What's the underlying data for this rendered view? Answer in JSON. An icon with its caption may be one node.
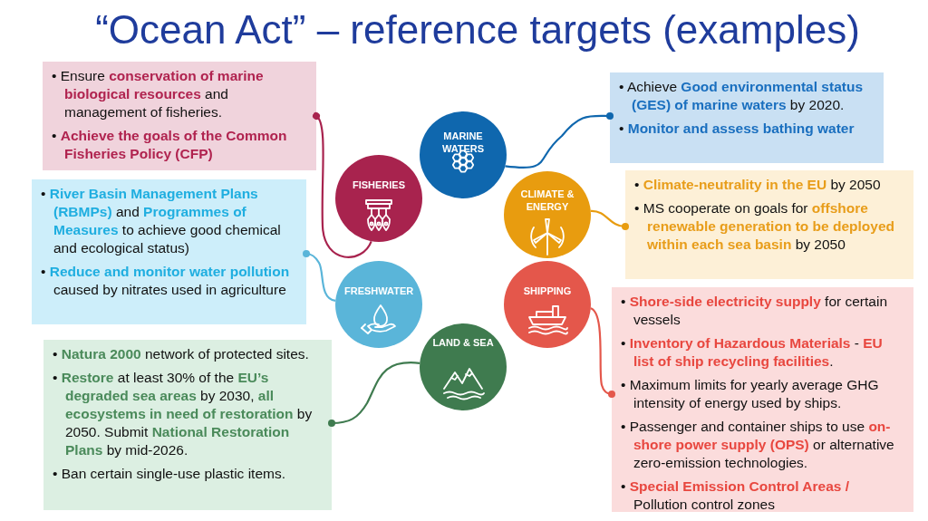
{
  "diagram": {
    "title": "“Ocean Act” – reference targets (examples)",
    "nodes": [
      {
        "text": [
          "• Ensure **conservation of marine biological resources** and management of fisheries.",
          "• **Achieve the goals of the Common Fisheries Policy (CFP)**"
        ]
      },
      {
        "text": [
          "• Achieve **Good environmental status (GES) of marine waters** by 2020.",
          "• **Monitor and assess bathing water**"
        ]
      },
      {
        "text": [
          "MARINE WATERS"
        ]
      },
      {
        "text": [
          "FISHERIES"
        ]
      },
      {
        "text": [
          "CLIMATE & ENERGY"
        ]
      },
      {
        "text": [
          "• **Climate-neutrality in the EU** by 2050",
          "• MS cooperate on goals for **offshore renewable generation to be deployed within each sea basin** by 2050"
        ]
      },
      {
        "text": [
          "• **River Basin Management Plans (RBMPs)** and **Programmes of Measures** to achieve good chemical and ecological status)",
          "• **Reduce and monitor water pollution** caused by nitrates used in agriculture"
        ]
      },
      {
        "text": [
          "FRESHWATER"
        ]
      },
      {
        "text": [
          "SHIPPING"
        ]
      },
      {
        "text": [
          "• **Shore-side electricity supply** for certain vessels",
          "• **Inventory of Hazardous Materials** - **EU list of ship recycling facilities**.",
          "• Maximum limits for yearly average GHG intensity of energy used by ships.",
          "• Passenger and container ships to use **on-shore power supply (OPS)** or alternative zero-emission technologies.",
          "• **Special Emission Control Areas /** Pollution control zones"
        ]
      },
      {
        "text": [
          "LAND & SEA"
        ]
      },
      {
        "text": [
          "• **Natura 2000** network of protected sites.",
          "• **Restore** at least 30% of the **EU’s degraded sea areas** by 2030, **all ecosystems in need of restoration** by 2050. Submit **National Restoration Plans** by mid-2026.",
          "• Ban certain single-use plastic items."
        ]
      }
    ],
    "edges": [
      {
        "from": 2,
        "to": 1,
        "arrow": "other",
        "color": "#0f67ae"
      },
      {
        "from": 3,
        "to": 0,
        "arrow": "other",
        "color": "#a8234e"
      },
      {
        "from": 4,
        "to": 5,
        "arrow": "other",
        "color": "#e89c0f"
      },
      {
        "from": 7,
        "to": 6,
        "arrow": "other",
        "color": "#5ab5d9"
      },
      {
        "from": 8,
        "to": 9,
        "arrow": "other",
        "color": "#e4574b"
      },
      {
        "from": 10,
        "to": 11,
        "arrow": "other",
        "color": "#3f7b4f"
      }
    ]
  }
}
